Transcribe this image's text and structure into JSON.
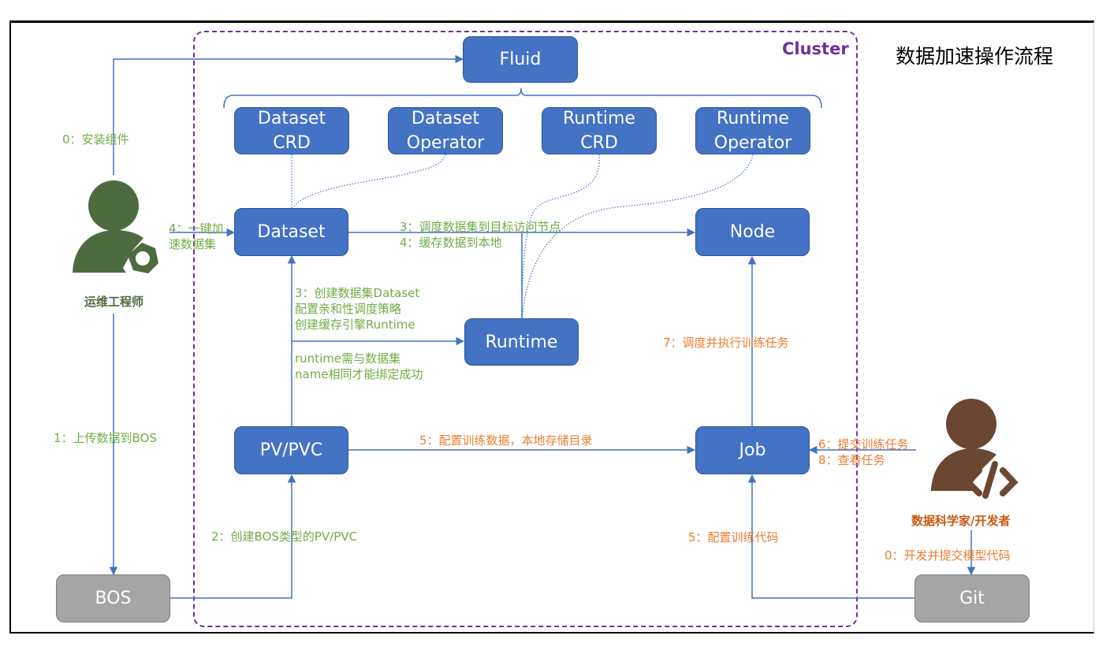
{
  "title": "数据加速操作流程",
  "cluster_label": "Cluster",
  "colors": {
    "box_blue": "#4472c4",
    "box_gray": "#a5a5a5",
    "cluster_border": "#7030a0",
    "label_green": "#70ad47",
    "label_orange": "#ed7d31",
    "ops_person": "#4e6b3f",
    "dev_person": "#6b4630",
    "wire": "#4472c4"
  },
  "nodes": {
    "fluid": "Fluid",
    "dataset_crd": [
      "Dataset",
      "CRD"
    ],
    "dataset_operator": [
      "Dataset",
      "Operator"
    ],
    "runtime_crd": [
      "Runtime",
      "CRD"
    ],
    "runtime_operator": [
      "Runtime",
      "Operator"
    ],
    "dataset": "Dataset",
    "node": "Node",
    "runtime": "Runtime",
    "pvpvc": "PV/PVC",
    "job": "Job",
    "bos": "BOS",
    "git": "Git"
  },
  "actors": {
    "ops": {
      "name": "运维工程师",
      "icon": "user-gear-icon"
    },
    "dev": {
      "name": "数据科学家/开发者",
      "icon": "user-code-icon"
    }
  },
  "labels": {
    "install": "0：安装组件",
    "accelerate": [
      "4：一键加",
      "速数据集"
    ],
    "schedule": [
      "3：调度数据集到目标访问节点",
      "4：缓存数据到本地"
    ],
    "create_dataset": [
      "3：创建数据集Dataset",
      "配置亲和性调度策略",
      "创建缓存引擎Runtime"
    ],
    "runtime_note": [
      "runtime需与数据集",
      "name相同才能绑定成功"
    ],
    "run_job": "7：调度并执行训练任务",
    "upload": "1：上传数据到BOS",
    "config_data": "5：配置训练数据，本地存储目录",
    "submit": [
      "6：提交训练任务",
      "8：查看任务"
    ],
    "create_pv": "2：创建BOS类型的PV/PVC",
    "config_code": "5：配置训练代码",
    "dev_commit": "0：开发并提交模型代码"
  }
}
